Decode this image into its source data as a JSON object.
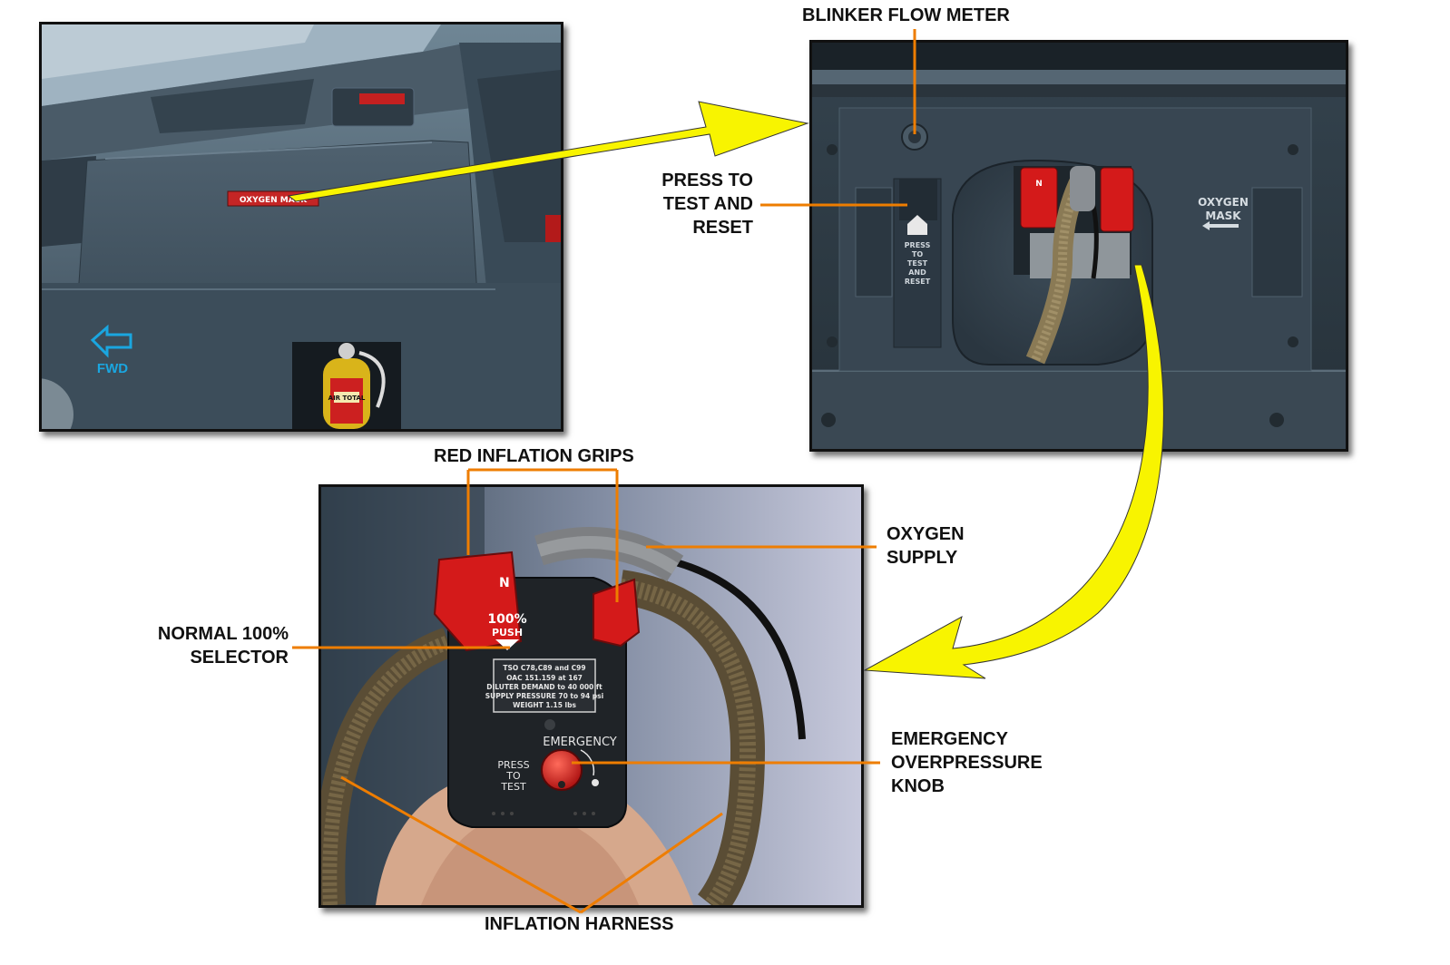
{
  "labels": {
    "blinker_flow_meter": "BLINKER FLOW METER",
    "press_to_test_and_reset": [
      "PRESS TO",
      "TEST AND",
      "RESET"
    ],
    "red_inflation_grips": "RED INFLATION GRIPS",
    "oxygen_supply": [
      "OXYGEN",
      "SUPPLY"
    ],
    "normal_100_selector": [
      "NORMAL 100%",
      "SELECTOR"
    ],
    "emergency_overpressure_knob": [
      "EMERGENCY",
      "OVERPRESSURE",
      "KNOB"
    ],
    "inflation_harness": "INFLATION HARNESS"
  },
  "photo_text": {
    "oxygen_mask_placard": "OXYGEN MASK",
    "fwd": "FWD",
    "extinguisher": "AIR TOTAL",
    "press_to_test_reset_panel": [
      "PRESS",
      "TO",
      "TEST",
      "AND",
      "RESET"
    ],
    "oxygen_mask_stowage": [
      "OXYGEN",
      "MASK"
    ],
    "selector_n": "N",
    "selector_100": "100%",
    "selector_push": "PUSH",
    "regulator_plate": [
      "TSO C78,C89 and C99",
      "OAC 151.159 at 167",
      "DILUTER DEMAND to 40 000 ft",
      "SUPPLY PRESSURE 70 to 94 psi",
      "WEIGHT 1.15 lbs"
    ],
    "emergency": "EMERGENCY",
    "press_to_test": [
      "PRESS",
      "TO",
      "TEST"
    ]
  },
  "colors": {
    "arrow_yellow": "#f8f400",
    "leader_orange": "#ee7d00",
    "panel_blue_gray": "#3e4e5c",
    "grip_red": "#d41a1a"
  }
}
